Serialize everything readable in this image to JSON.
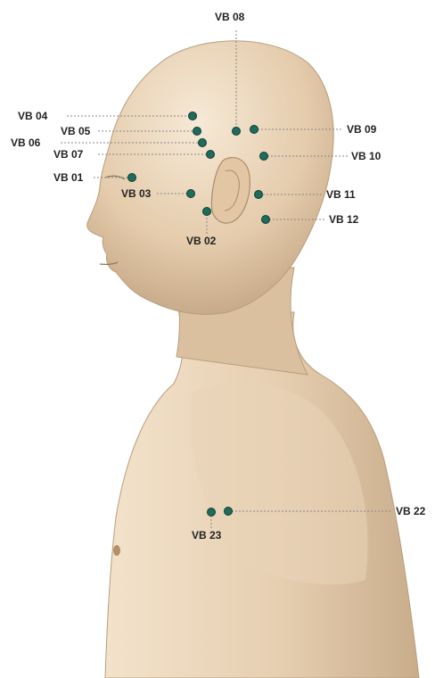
{
  "figure": {
    "colors": {
      "skin_light": "#f1ddc3",
      "skin_mid": "#dcc3a2",
      "skin_shadow": "#b99f7e",
      "point": "#1f6b5c",
      "leader": "#888888"
    },
    "points": [
      {
        "id": "vb01",
        "label": "VB 01"
      },
      {
        "id": "vb02",
        "label": "VB 02"
      },
      {
        "id": "vb03",
        "label": "VB 03"
      },
      {
        "id": "vb04",
        "label": "VB 04"
      },
      {
        "id": "vb05",
        "label": "VB 05"
      },
      {
        "id": "vb06",
        "label": "VB 06"
      },
      {
        "id": "vb07",
        "label": "VB 07"
      },
      {
        "id": "vb08",
        "label": "VB 08"
      },
      {
        "id": "vb09",
        "label": "VB 09"
      },
      {
        "id": "vb10",
        "label": "VB 10"
      },
      {
        "id": "vb11",
        "label": "VB 11"
      },
      {
        "id": "vb12",
        "label": "VB 12"
      },
      {
        "id": "vb22",
        "label": "VB 22"
      },
      {
        "id": "vb23",
        "label": "VB 23"
      }
    ]
  }
}
